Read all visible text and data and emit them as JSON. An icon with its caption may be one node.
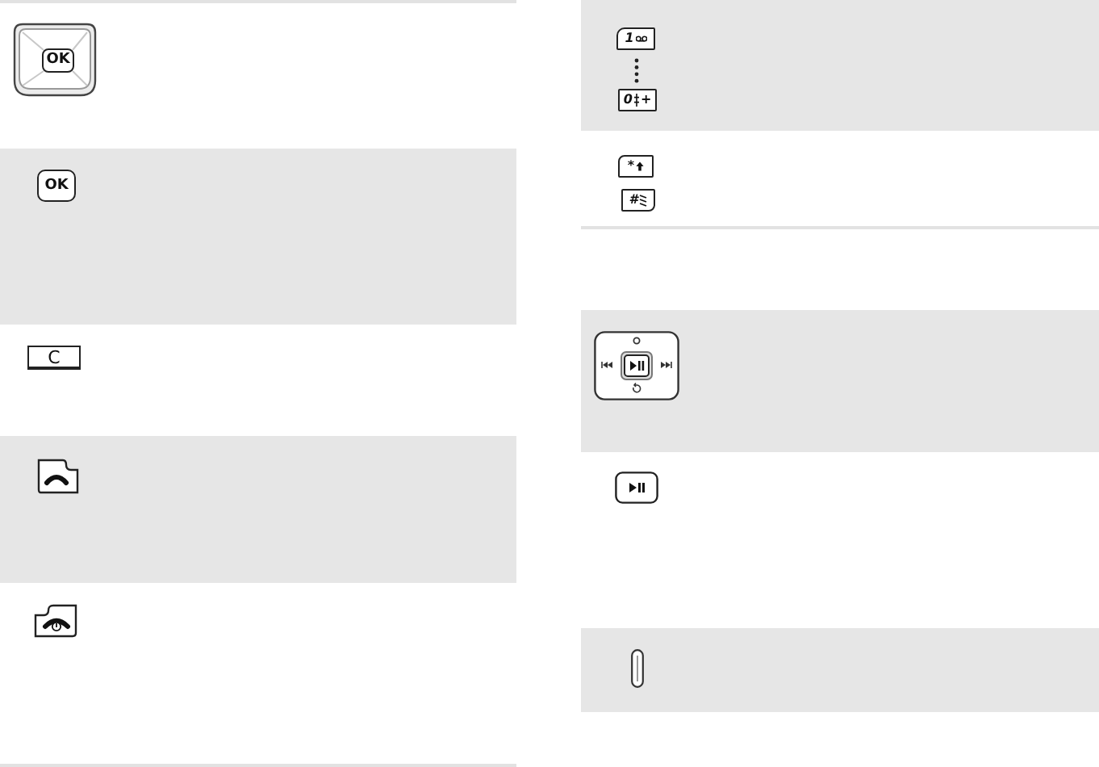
{
  "diagram": {
    "labels": [
      "OK",
      "OK",
      "C",
      "1",
      "0",
      "+",
      "*",
      "#"
    ]
  }
}
